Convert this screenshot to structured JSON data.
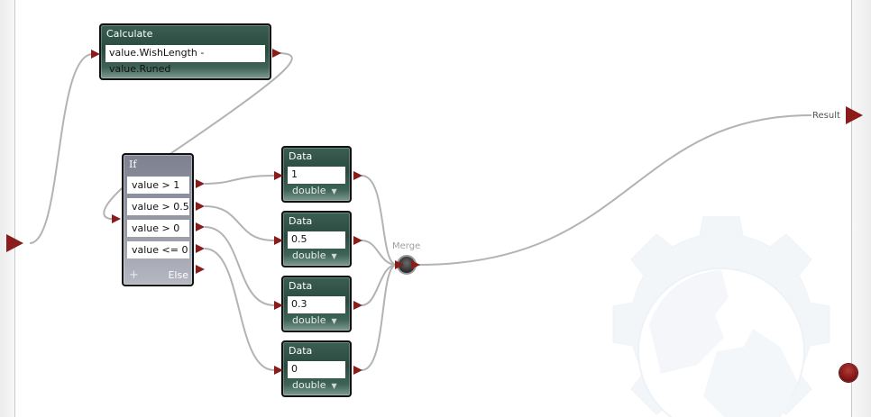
{
  "canvas": {
    "background": "#ffffff",
    "wire_color": "#b0b0b0",
    "port_color": "#8b1c1c",
    "node_color": "#2f5246",
    "if_node_color": "#8e919e"
  },
  "calculate_node": {
    "title": "Calculate",
    "expression": "value.WishLength - value.Runed"
  },
  "if_node": {
    "title": "If",
    "conditions": [
      "value > 1",
      "value > 0.5",
      "value > 0",
      "value <= 0"
    ],
    "add_label": "+",
    "else_label": "Else"
  },
  "data_nodes": [
    {
      "title": "Data",
      "value": "1",
      "type": "double"
    },
    {
      "title": "Data",
      "value": "0.5",
      "type": "double"
    },
    {
      "title": "Data",
      "value": "0.3",
      "type": "double"
    },
    {
      "title": "Data",
      "value": "0",
      "type": "double"
    }
  ],
  "merge_node": {
    "label": "Merge"
  },
  "output": {
    "label": "Result"
  },
  "icons": {
    "dropdown": "▼",
    "watermark": "gear-icon"
  }
}
